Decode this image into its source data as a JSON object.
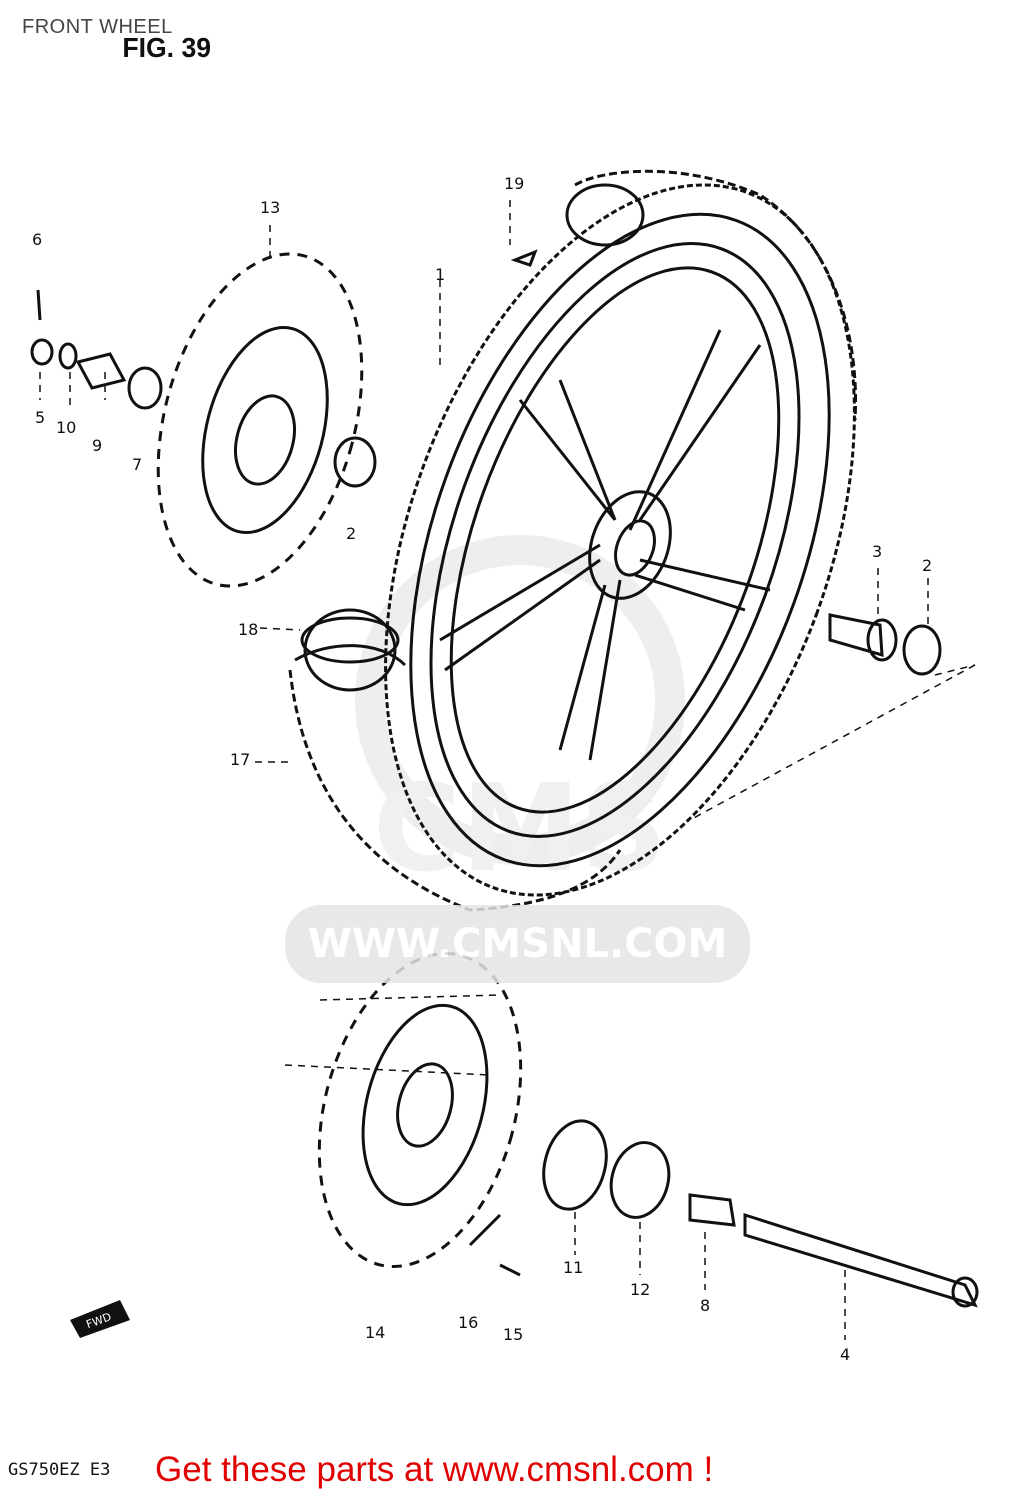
{
  "header": {
    "title": "FRONT WHEEL",
    "figure": "FIG. 39"
  },
  "callouts": {
    "p1": "1",
    "p2a": "2",
    "p2b": "2",
    "p3": "3",
    "p4": "4",
    "p5": "5",
    "p6": "6",
    "p7": "7",
    "p8": "8",
    "p9": "9",
    "p10": "10",
    "p11": "11",
    "p12": "12",
    "p13": "13",
    "p14": "14",
    "p15": "15",
    "p16": "16",
    "p17": "17",
    "p18": "18",
    "p19": "19"
  },
  "direction_marker": "FWD",
  "model_code": "GS750EZ E3",
  "watermark": {
    "url": "WWW.CMSNL.COM",
    "logo": "CMS"
  },
  "footer": "Get these parts at www.cmsnl.com !",
  "colors": {
    "ink": "#111111",
    "footer": "#e00000",
    "watermark": "#e4e4e4"
  }
}
